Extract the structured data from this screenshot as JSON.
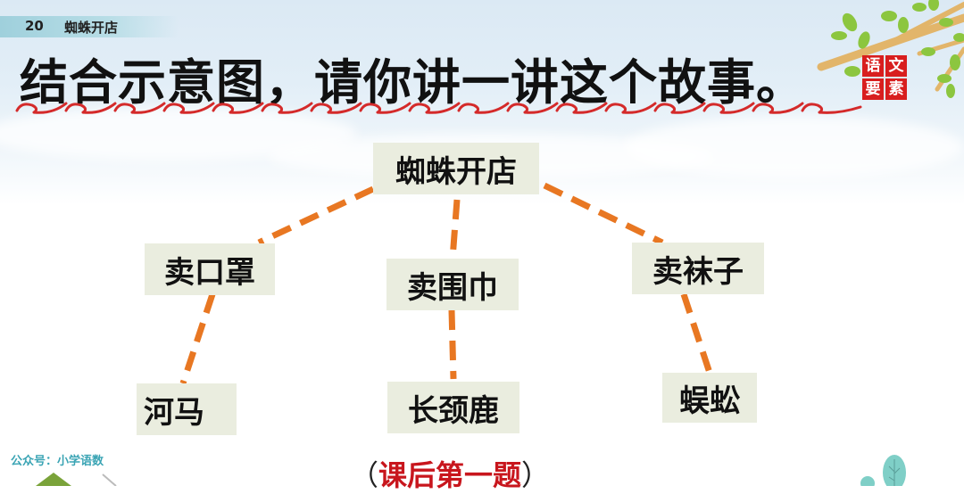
{
  "header": {
    "lesson_number": "20",
    "lesson_title": "蜘蛛开店",
    "main_title": "结合示意图，请你讲一讲这个故事。",
    "seal": [
      "语",
      "文",
      "要",
      "素"
    ]
  },
  "diagram": {
    "root": "蜘蛛开店",
    "branches": [
      {
        "item": "卖口罩",
        "customer": "河马"
      },
      {
        "item": "卖围巾",
        "customer": "长颈鹿"
      },
      {
        "item": "卖袜子",
        "customer": "蜈蚣"
      }
    ],
    "line_color": "#e87722"
  },
  "footer": {
    "credit": "公众号：小学语数",
    "question_open": "（",
    "question_label": "课后第一题",
    "question_close": "）"
  },
  "colors": {
    "node_bg": "#eaeddf",
    "accent_red": "#c8161d",
    "credit_teal": "#3aa4b4"
  }
}
